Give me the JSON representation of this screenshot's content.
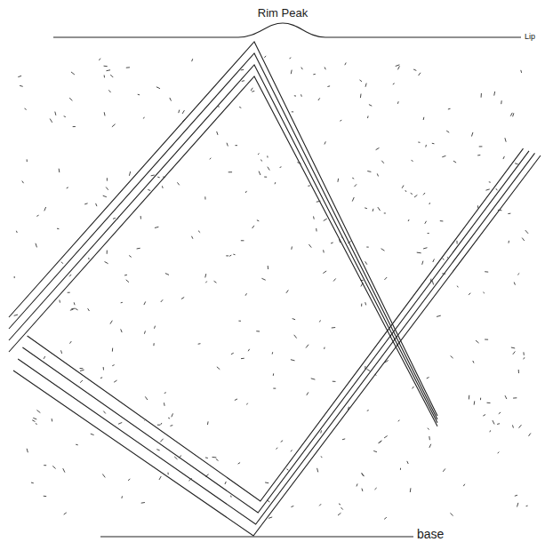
{
  "diagram": {
    "labels": [
      "Rim Peak",
      "Lip",
      "base"
    ]
  }
}
